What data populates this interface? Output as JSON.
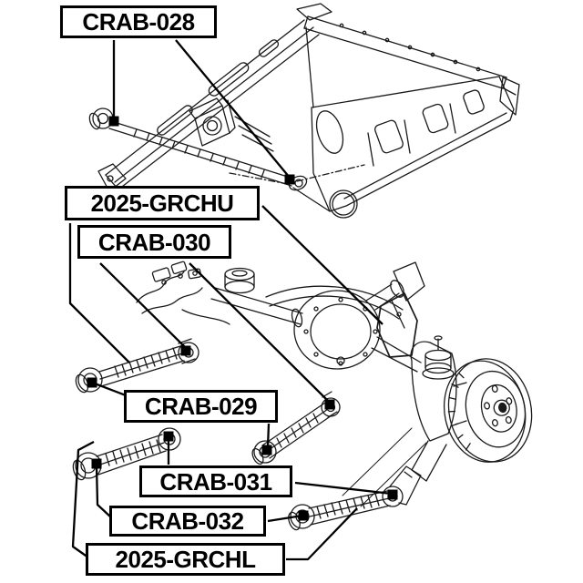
{
  "diagram": {
    "background_color": "#ffffff",
    "line_color": "#000000",
    "marker_color": "#000000",
    "part_labels": [
      {
        "id": "crab-028",
        "text": "CRAB-028"
      },
      {
        "id": "2025-grchu",
        "text": "2025-GRCHU"
      },
      {
        "id": "crab-030",
        "text": "CRAB-030"
      },
      {
        "id": "crab-029",
        "text": "CRAB-029"
      },
      {
        "id": "crab-031",
        "text": "CRAB-031"
      },
      {
        "id": "crab-032",
        "text": "CRAB-032"
      },
      {
        "id": "2025-grchl",
        "text": "2025-GRCHL"
      }
    ],
    "illustrations": {
      "frame": "vehicle-subframe",
      "track_bar": "track-bar-rod",
      "axle": "rear-axle-differential",
      "hub": "wheel-hub-brake-disc",
      "arms": [
        "upper-arm-left",
        "upper-arm-right",
        "lower-arm-left",
        "lower-arm-right"
      ]
    }
  }
}
